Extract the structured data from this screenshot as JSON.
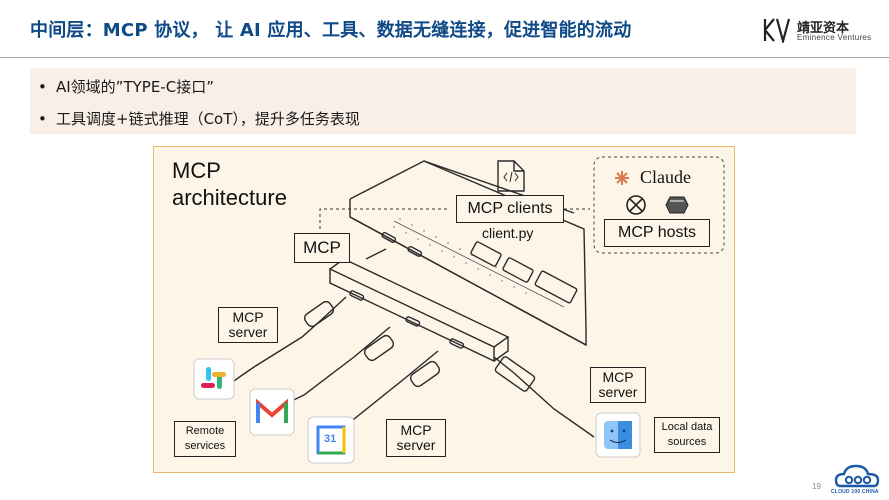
{
  "header": {
    "title": "中间层：MCP 协议， 让 AI 应用、工具、数据无缝连接，促进智能的流动",
    "logo_cn": "靖亚资本",
    "logo_en": "Eminence Ventures"
  },
  "bullets": [
    "AI领域的”TYPE-C接口”",
    "工具调度+链式推理（CoT），提升多任务表现"
  ],
  "diagram": {
    "heading_line1": "MCP",
    "heading_line2": "architecture",
    "mcp_label": "MCP",
    "mcp_clients": "MCP clients",
    "client_file": "client.py",
    "claude": "Claude",
    "mcp_hosts": "MCP hosts",
    "server_top_line1": "MCP",
    "server_top_line2": "server",
    "server_bottom_line1": "MCP",
    "server_bottom_line2": "server",
    "server_right_line1": "MCP",
    "server_right_line2": "server",
    "remote_line1": "Remote",
    "remote_line2": "services",
    "local_line1": "Local data",
    "local_line2": "sources",
    "calendar_day": "31"
  },
  "footer": {
    "page_number": "19",
    "brand": "CLOUD 100 CHINA"
  },
  "colors": {
    "title": "#0f4a86",
    "bullet_bg": "#f9efe7",
    "diagram_bg": "#fdf6e8",
    "diagram_border": "#e8b865"
  }
}
